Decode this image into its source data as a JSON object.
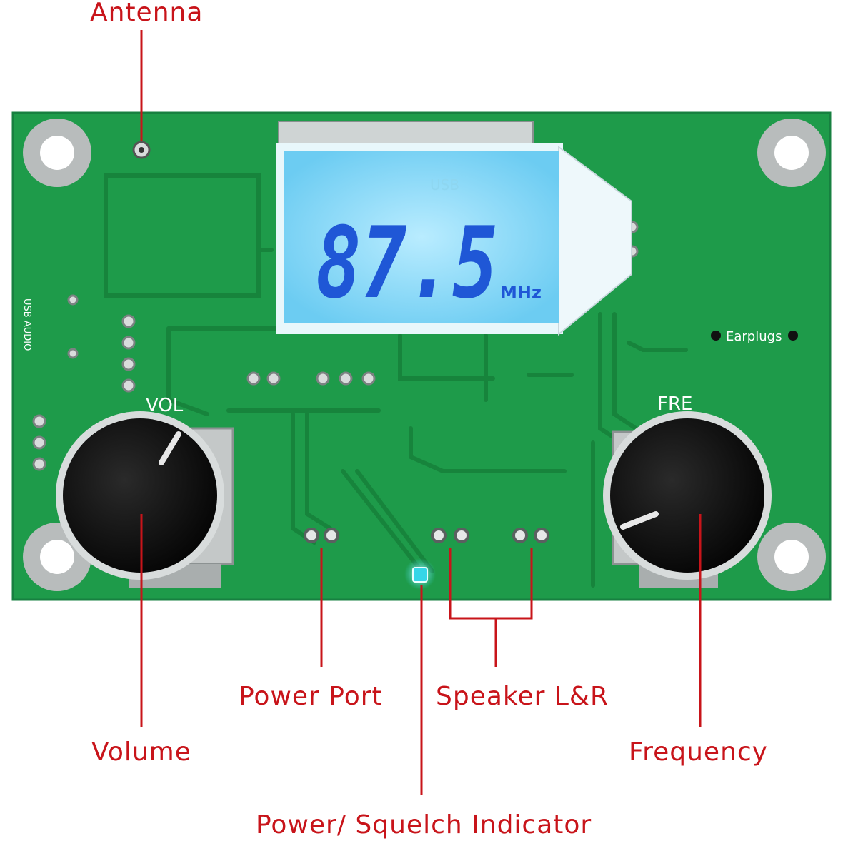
{
  "callouts": {
    "antenna": "Antenna",
    "power_port": "Power Port",
    "speaker": "Speaker L&R",
    "volume": "Volume",
    "frequency": "Frequency",
    "squelch": "Power/ Squelch Indicator"
  },
  "board": {
    "vol_label": "VOL",
    "fre_label": "FRE",
    "earplugs_label": "Earplugs",
    "usb_audio_label": "USB AUDIO"
  },
  "lcd": {
    "frequency": "87.5",
    "unit": "MHz",
    "usb_indicator": "USB"
  },
  "colors": {
    "board": "#1e9b4a",
    "callout": "#c8141a",
    "lcd": "#7fd6f5",
    "lcd_digits": "#1f57d6",
    "knob": "#0a0a0a",
    "led": "#35d6e8"
  }
}
